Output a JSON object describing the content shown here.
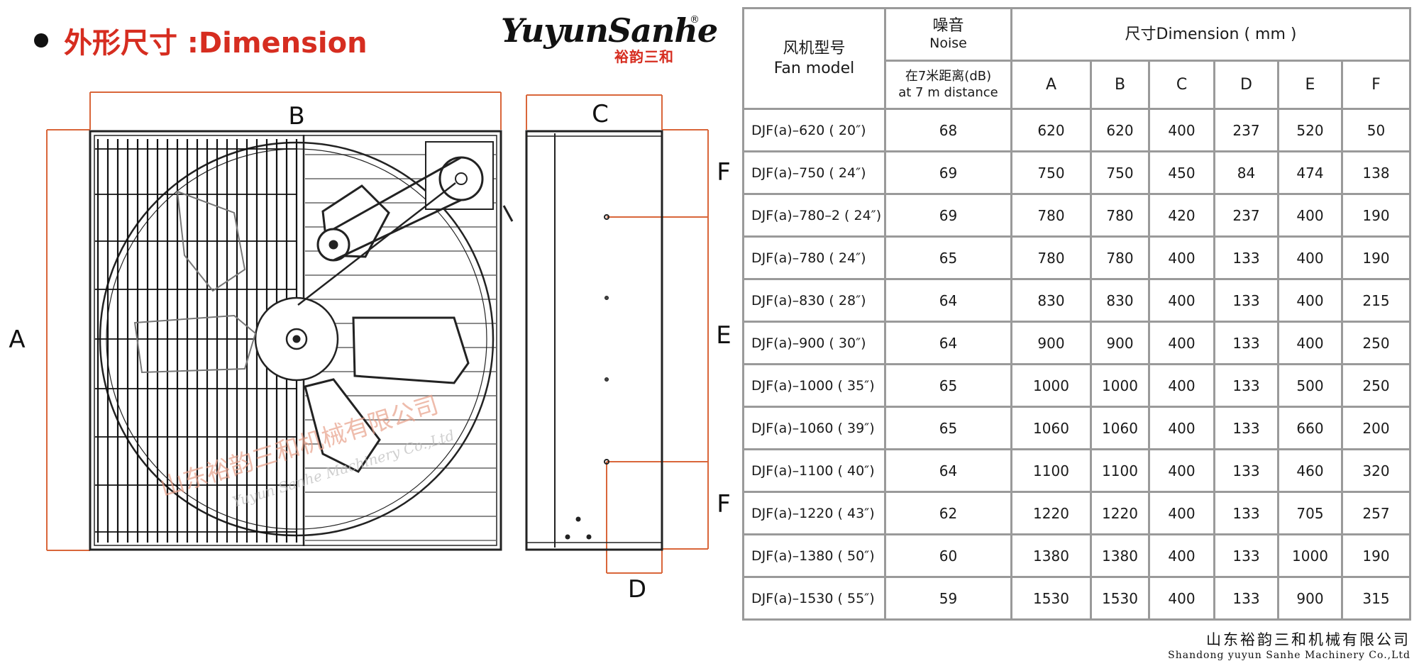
{
  "header": {
    "title": "外形尺寸 :Dimension"
  },
  "logo": {
    "script_text": "YuyunSanhe",
    "registered_mark": "®",
    "cn_text": "裕韵三和"
  },
  "diagram": {
    "labels": {
      "A": "A",
      "B": "B",
      "C": "C",
      "D": "D",
      "E": "E",
      "F_top": "F",
      "F_bottom": "F"
    },
    "watermark": "山东裕韵三和机械有限公司",
    "watermark_en": "Yuyun Sanhe Machinery Co.,Ltd",
    "line_color": "#d9663a"
  },
  "table": {
    "headers": {
      "model_cn": "风机型号",
      "model_en": "Fan model",
      "noise_cn": "噪音",
      "noise_en": "Noise",
      "noise_sub_cn": "在7米距离(dB)",
      "noise_sub_en": "at 7 m distance",
      "dimension": "尺寸Dimension ( mm )",
      "cols": [
        "A",
        "B",
        "C",
        "D",
        "E",
        "F"
      ]
    },
    "rows": [
      {
        "model": "DJF(a)–620 ( 20″)",
        "noise": "68",
        "A": "620",
        "B": "620",
        "C": "400",
        "D": "237",
        "E": "520",
        "F": "50"
      },
      {
        "model": "DJF(a)–750 ( 24″)",
        "noise": "69",
        "A": "750",
        "B": "750",
        "C": "450",
        "D": "84",
        "E": "474",
        "F": "138"
      },
      {
        "model": "DJF(a)–780–2 ( 24″)",
        "noise": "69",
        "A": "780",
        "B": "780",
        "C": "420",
        "D": "237",
        "E": "400",
        "F": "190"
      },
      {
        "model": "DJF(a)–780 ( 24″)",
        "noise": "65",
        "A": "780",
        "B": "780",
        "C": "400",
        "D": "133",
        "E": "400",
        "F": "190"
      },
      {
        "model": "DJF(a)–830 ( 28″)",
        "noise": "64",
        "A": "830",
        "B": "830",
        "C": "400",
        "D": "133",
        "E": "400",
        "F": "215"
      },
      {
        "model": "DJF(a)–900 ( 30″)",
        "noise": "64",
        "A": "900",
        "B": "900",
        "C": "400",
        "D": "133",
        "E": "400",
        "F": "250"
      },
      {
        "model": "DJF(a)–1000 ( 35″)",
        "noise": "65",
        "A": "1000",
        "B": "1000",
        "C": "400",
        "D": "133",
        "E": "500",
        "F": "250"
      },
      {
        "model": "DJF(a)–1060 ( 39″)",
        "noise": "65",
        "A": "1060",
        "B": "1060",
        "C": "400",
        "D": "133",
        "E": "660",
        "F": "200"
      },
      {
        "model": "DJF(a)–1100 ( 40″)",
        "noise": "64",
        "A": "1100",
        "B": "1100",
        "C": "400",
        "D": "133",
        "E": "460",
        "F": "320"
      },
      {
        "model": "DJF(a)–1220 ( 43″)",
        "noise": "62",
        "A": "1220",
        "B": "1220",
        "C": "400",
        "D": "133",
        "E": "705",
        "F": "257"
      },
      {
        "model": "DJF(a)–1380 ( 50″)",
        "noise": "60",
        "A": "1380",
        "B": "1380",
        "C": "400",
        "D": "133",
        "E": "1000",
        "F": "190"
      },
      {
        "model": "DJF(a)–1530 ( 55″)",
        "noise": "59",
        "A": "1530",
        "B": "1530",
        "C": "400",
        "D": "133",
        "E": "900",
        "F": "315"
      }
    ]
  },
  "footer": {
    "company_cn": "山东裕韵三和机械有限公司",
    "company_en": "Shandong yuyun Sanhe Machinery Co.,Ltd"
  }
}
